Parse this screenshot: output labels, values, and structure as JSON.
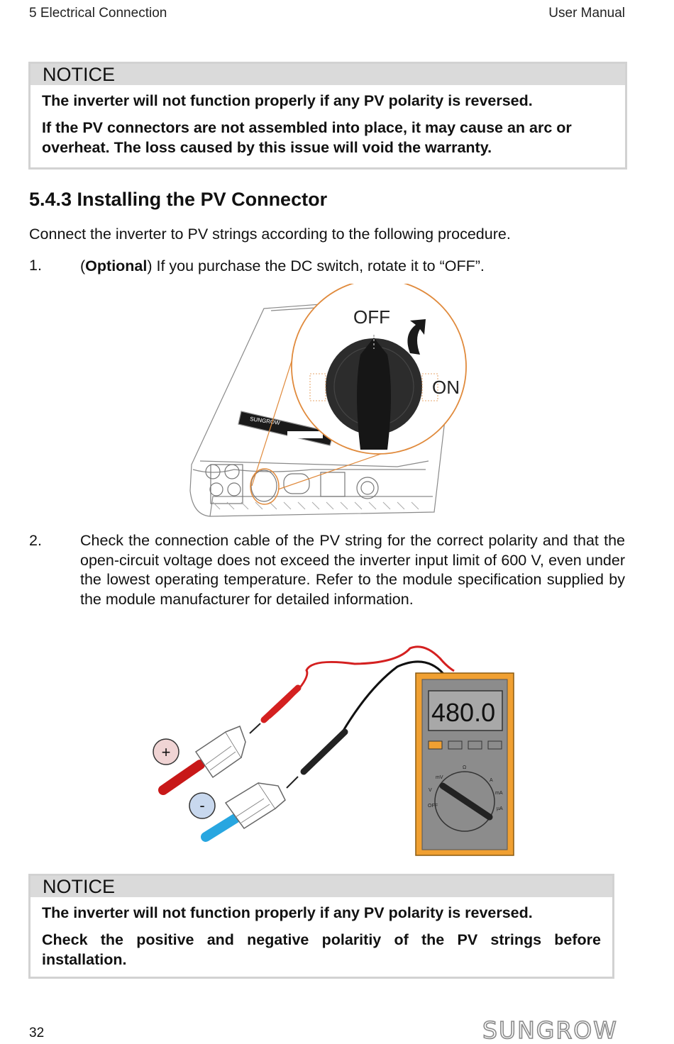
{
  "header": {
    "section": "5 Electrical Connection",
    "doc": "User Manual"
  },
  "notice1": {
    "title": "NOTICE",
    "line1": "The inverter will not function properly if any PV polarity is reversed.",
    "line2": "If the PV connectors are not assembled into place, it may cause an arc or overheat. The loss caused by this issue will void the warranty."
  },
  "section": {
    "heading": "5.4.3  Installing the PV Connector",
    "intro": "Connect the inverter to PV strings according to the following procedure."
  },
  "step1": {
    "num": "1.",
    "open": "(",
    "bold": "Optional",
    "rest": ") If you purchase the DC switch, rotate it to “OFF”."
  },
  "figure1": {
    "off_label": "OFF",
    "on_label": "ON",
    "logo": "SUNGROW"
  },
  "step2": {
    "num": "2.",
    "text": "Check the connection cable of the PV string for the correct polarity and that the open-circuit voltage does not exceed the inverter input limit of 600 V, even under the lowest operating temperature. Refer to the module specification supplied by the module manufacturer for detailed information."
  },
  "figure2": {
    "display": "480.0",
    "plus": "+",
    "minus": "-",
    "dial_labels": [
      "OFF",
      "V",
      "mV",
      "Ω",
      "A",
      "mA",
      "µA"
    ]
  },
  "notice2": {
    "title": "NOTICE",
    "line1": "The inverter will not function properly if any PV polarity is reversed.",
    "line2": "Check the positive and negative polaritiy of the PV strings before installation."
  },
  "footer": {
    "page": "32",
    "brand": "SUNGROW"
  },
  "colors": {
    "accent_orange": "#e08a3c",
    "notice_bar": "#dadada",
    "meter_orange": "#f0a032"
  }
}
